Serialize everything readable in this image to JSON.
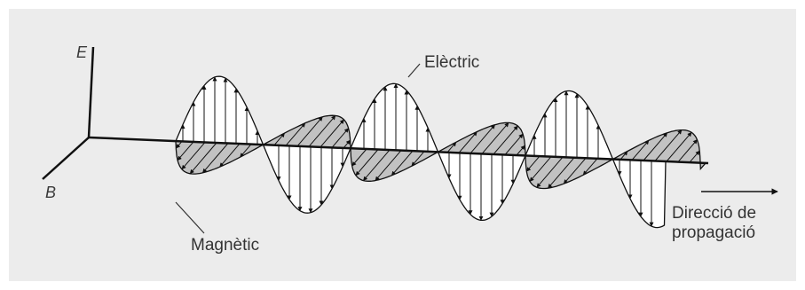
{
  "axes": {
    "e_label": "E",
    "b_label": "B"
  },
  "labels": {
    "electric": "Elèctric",
    "magnetic": "Magnètic",
    "direction_line1": "Direcció de",
    "direction_line2": "propagació"
  },
  "colors": {
    "background": "#ececec",
    "line": "#111111",
    "magnetic_fill": "#c2c2c2",
    "electric_fill": "#ffffff",
    "text": "#333333"
  }
}
